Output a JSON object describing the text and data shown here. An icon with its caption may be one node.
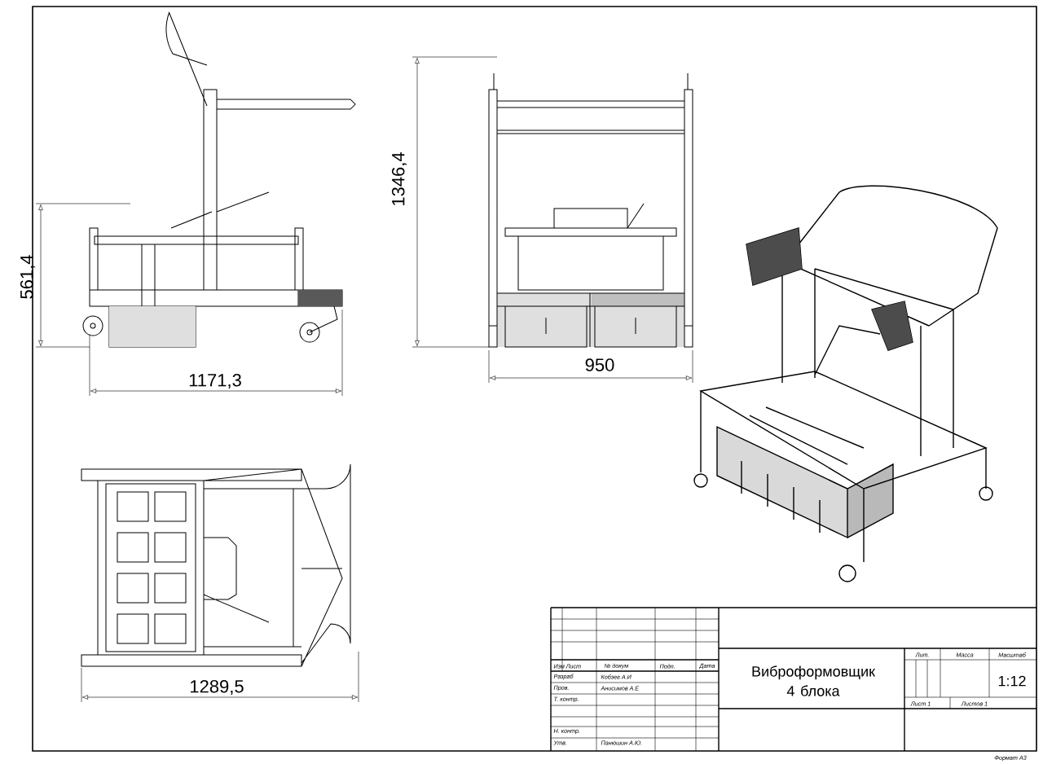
{
  "diagram": {
    "labels": [
      "561,4",
      "1346,4",
      "1171,3",
      "950",
      "1289,5",
      "Изм",
      "Лист",
      "№ докум",
      "Подп.",
      "Дата",
      "Разраб",
      "Кобзев А.И",
      "Пров.",
      "Анисимов А.Е",
      "Т. контр.",
      "Н. контр.",
      "Утв.",
      "Панюшин А.Ю.",
      "Виброформовщик 4 блока",
      "Лит.",
      "Масса",
      "Масштаб",
      "1:12",
      "Лист 1",
      "Листов 1",
      "Формат А3"
    ]
  }
}
